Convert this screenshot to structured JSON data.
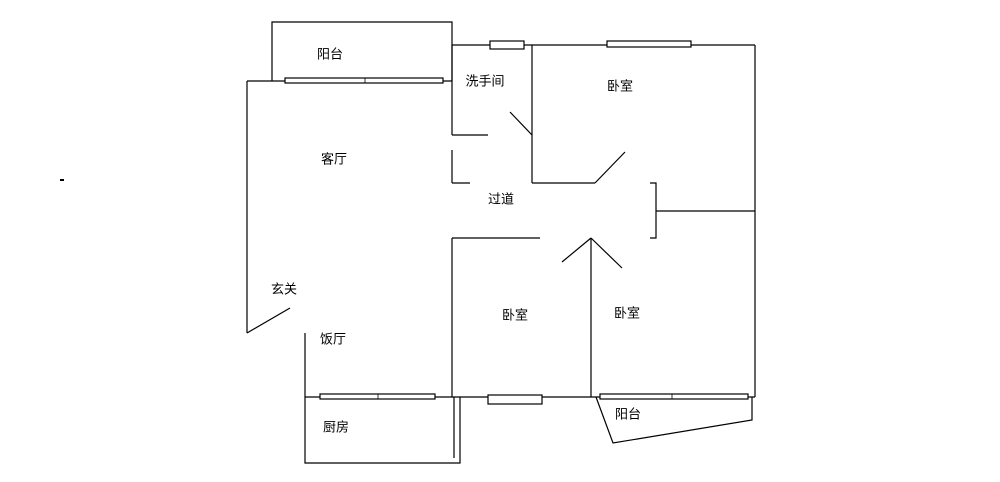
{
  "floor_plan": {
    "rooms": [
      {
        "id": "balcony-north",
        "label": "阳台"
      },
      {
        "id": "washroom",
        "label": "洗手间"
      },
      {
        "id": "bedroom-master",
        "label": "卧室"
      },
      {
        "id": "living-room",
        "label": "客厅"
      },
      {
        "id": "hallway",
        "label": "过道"
      },
      {
        "id": "entrance",
        "label": "玄关"
      },
      {
        "id": "dining-room",
        "label": "饭厅"
      },
      {
        "id": "bedroom-middle",
        "label": "卧室"
      },
      {
        "id": "bedroom-east",
        "label": "卧室"
      },
      {
        "id": "kitchen",
        "label": "厨房"
      },
      {
        "id": "balcony-south",
        "label": "阳台"
      }
    ]
  }
}
